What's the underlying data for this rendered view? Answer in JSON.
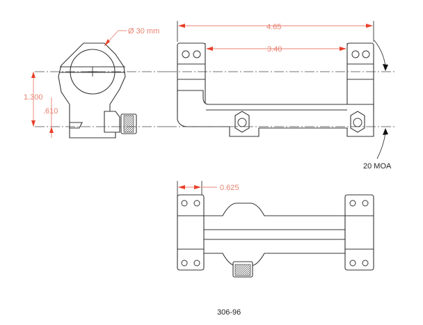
{
  "dimensions": {
    "ring_diameter": "Ø 30 mm",
    "overall_length": "4.65",
    "ring_spacing": "3.40",
    "center_height": "1.300",
    "base_height": ".610",
    "ring_width": "0.625",
    "elevation": "20 MOA"
  },
  "part_number": "306-96",
  "colors": {
    "dimension": "#e8806f",
    "arrow": "#e8402a",
    "outline": "#333333"
  }
}
